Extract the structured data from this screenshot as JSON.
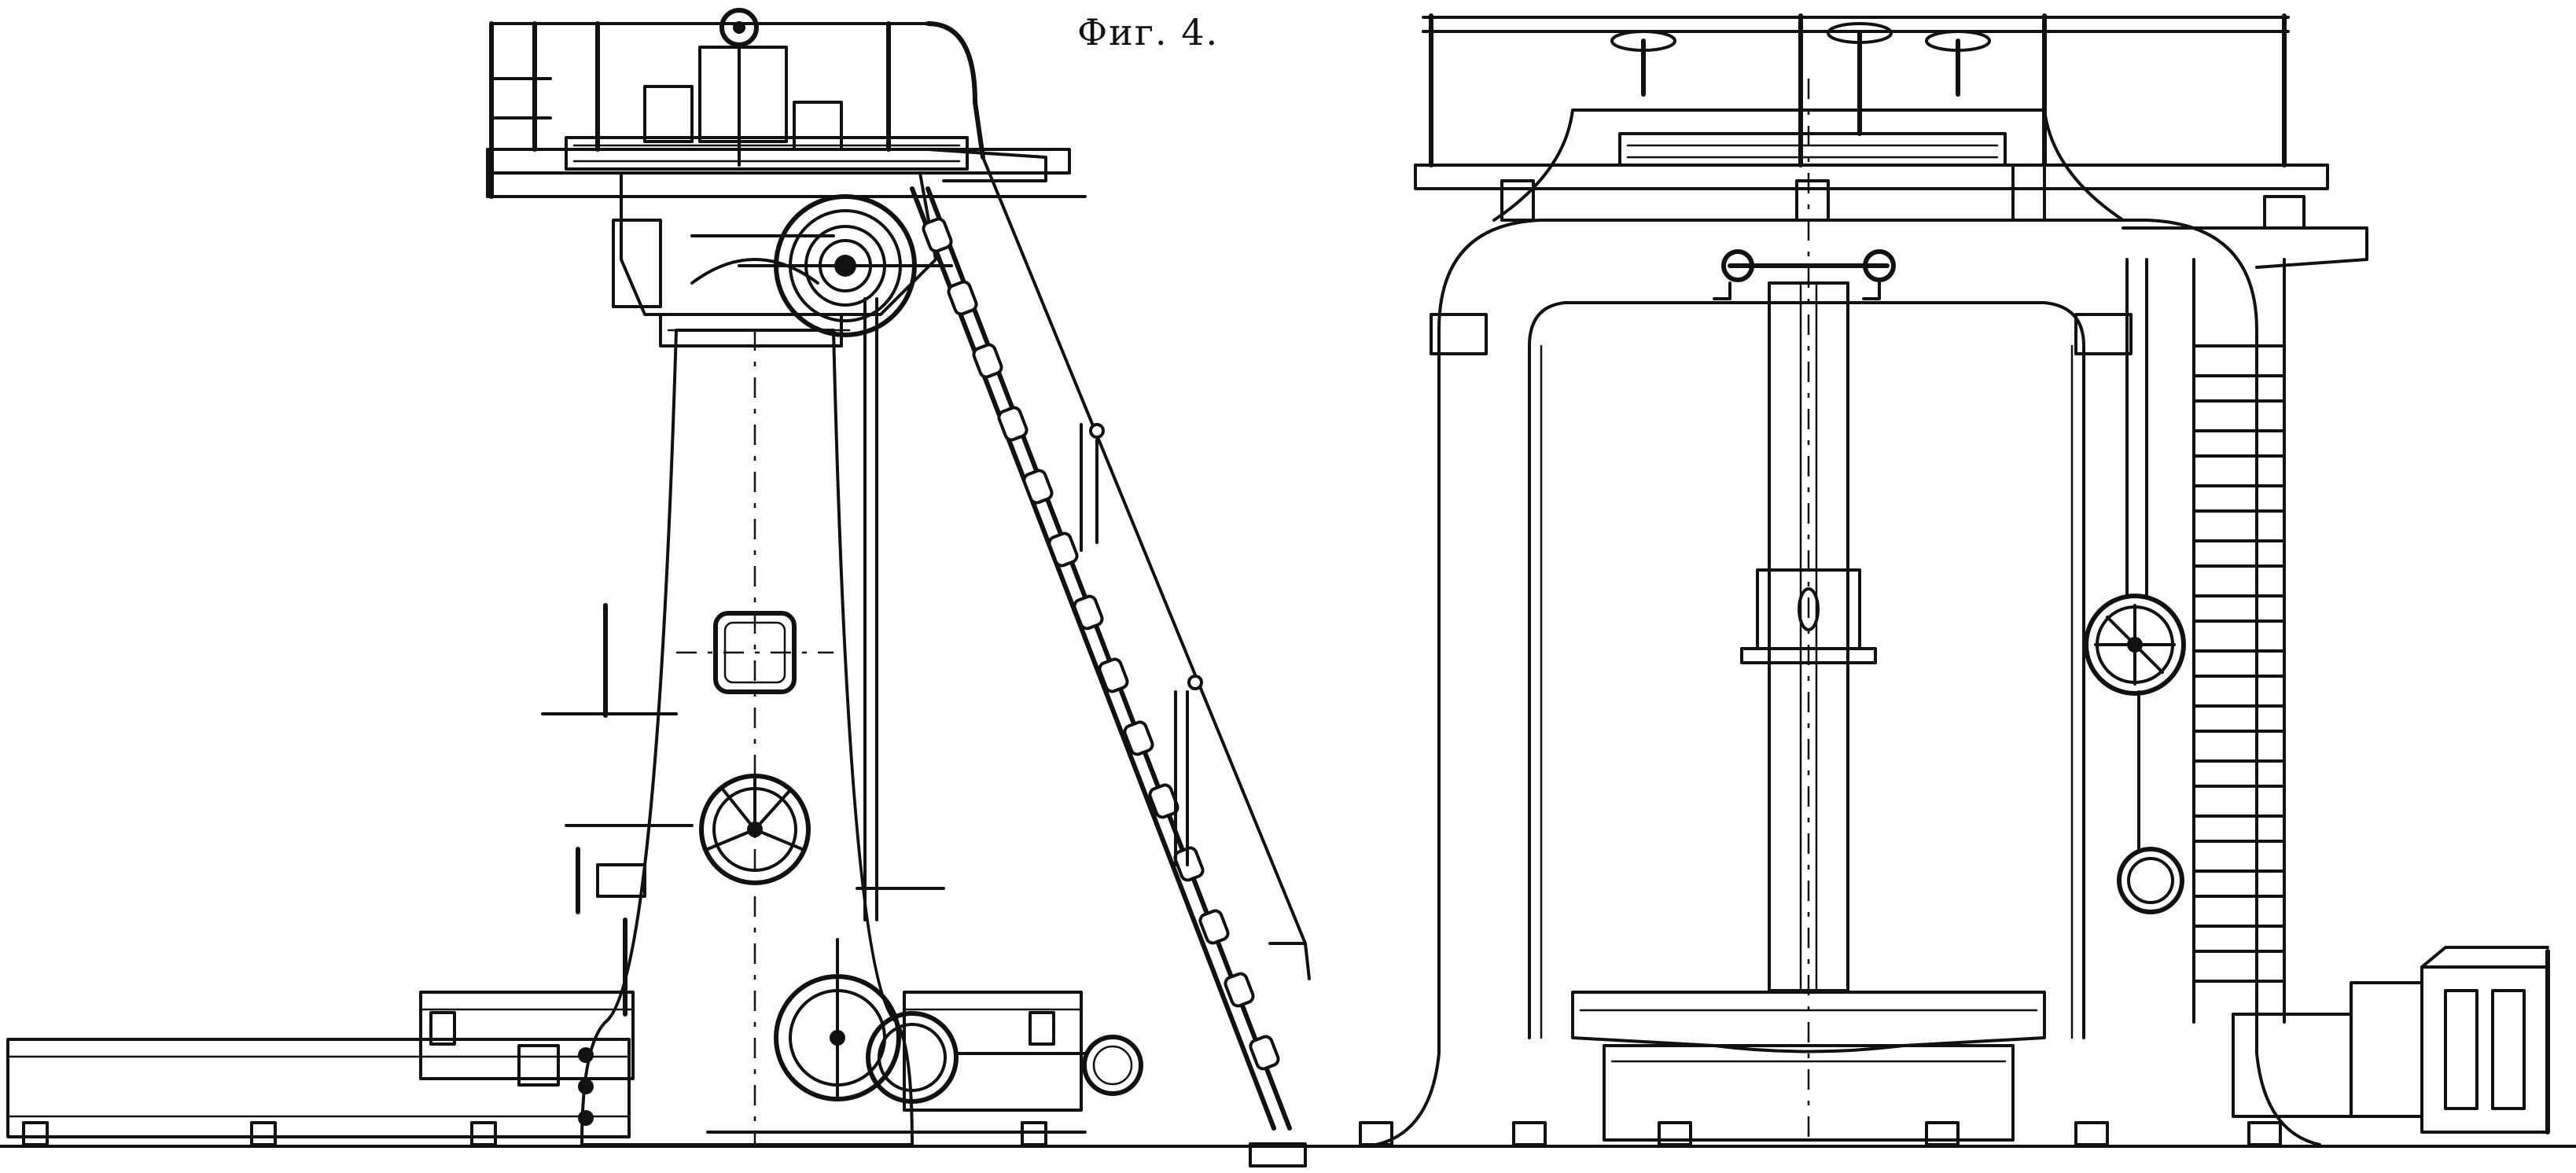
{
  "figure": {
    "caption": "Фиг. 4."
  },
  "icons": {
    "left_view": "machine-front-elevation",
    "right_view": "machine-side-elevation",
    "chain": "chain-links",
    "handwheel": "handwheel"
  },
  "colors": {
    "ink": "#111111",
    "paper": "#ffffff"
  }
}
